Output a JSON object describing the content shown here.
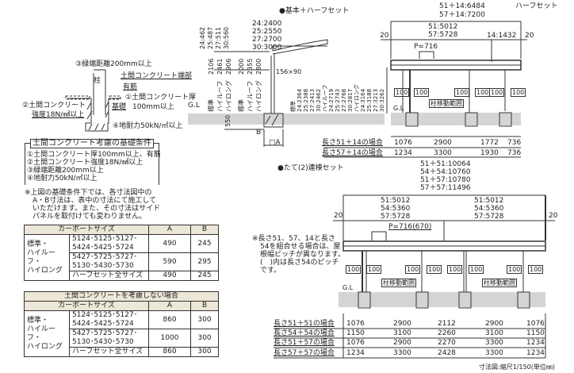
{
  "left_detail": {
    "edge_distance": "③緑端距離200mm以上",
    "pillar": "柱",
    "slab_edge": "土間コンクリート端部",
    "rebar": "有筋",
    "slab_thickness": "①土間コンクリート厚",
    "slab_thickness_value": "100mm以上",
    "slab_strength": "②土間コンクリート",
    "slab_strength_value": "強度18N/㎟以上",
    "foundation": "基礎",
    "bearing": "④地耐力50kN/㎡以上"
  },
  "conditions": {
    "title": "土間コンクリート考慮の基礎条件",
    "items": [
      "①土間コンクリート厚100mm以上、有筋",
      "②土間コンクリート強度18N/㎟以上",
      "③緑端距離200mm以上",
      "④地耐力50kN/㎡以上"
    ]
  },
  "note": [
    "※上図の基礎条件下では、各寸法図中の",
    "A・B寸法は、表中の寸法にて施工して",
    "いただけます。また、その寸法はサイド",
    "パネルを取付けても変わりません。"
  ],
  "table1": {
    "header": [
      "カーポートサイズ",
      "A",
      "B"
    ],
    "group": [
      "標準・",
      "ハイルーフ・",
      "ハイロング"
    ],
    "rows": [
      {
        "size": [
          "5124･5125･5127･",
          "5424･5425･5724"
        ],
        "a": "490",
        "b": "245"
      },
      {
        "size": [
          "5427･5725･5727･",
          "5130･5430･5730"
        ],
        "a": "590",
        "b": "295"
      },
      {
        "size": [
          "ハーフセット全サイズ"
        ],
        "a": "490",
        "b": "245"
      }
    ]
  },
  "table2": {
    "title": "土間コンクリートを考慮しない場合",
    "header": [
      "カーポートサイズ",
      "A",
      "B"
    ],
    "group": [
      "標準・",
      "ハイルーフ・",
      "ハイロング"
    ],
    "rows": [
      {
        "size": [
          "5124･5125･5127･",
          "5424･5425･5724"
        ],
        "a": "860",
        "b": "300"
      },
      {
        "size": [
          "5427･5725･5727･",
          "5130･5430･5730"
        ],
        "a": "1000",
        "b": "300"
      },
      {
        "size": [
          "ハーフセット全サイズ"
        ],
        "a": "860",
        "b": "300"
      }
    ]
  },
  "side_view": {
    "depth": [
      "24:2400",
      "25:2550",
      "27:2700",
      "30:3000"
    ],
    "eave_offsets": [
      "24:462",
      "25:487",
      "27:511",
      "30:560"
    ],
    "heights_outer": [
      "2106",
      "2461",
      "2906"
    ],
    "heights_inner": [
      "2000",
      "2355",
      "2800"
    ],
    "types": [
      "標準",
      "ハイルーフ",
      "ハイロング"
    ],
    "embed": "550",
    "post": "156×90",
    "gl": "G.L",
    "b": "B",
    "a": "A",
    "total_heights": [
      "標準",
      "24:2364",
      "25:2388",
      "27:2413",
      "30:2462",
      "ハイルーフ",
      "24:2719",
      "25:2743",
      "27:2768",
      "30:2817",
      "ハイロング",
      "24:3164",
      "25:3188",
      "27:3213",
      "30:3262"
    ]
  },
  "basic_half": {
    "title": "●基本＋ハーフセット",
    "totals": [
      "51＋14:6484",
      "57＋14:7200"
    ],
    "half_label": "ハーフセット",
    "main": [
      "51:5012",
      "57:5728"
    ],
    "half": "14:1432",
    "margin": "20",
    "pitch": "P=716",
    "offset": "100",
    "range": "柱移動範囲",
    "gl": "G.L",
    "rows": [
      {
        "label": "長さ51＋14の場合",
        "values": [
          "1076",
          "2900",
          "1772",
          "736"
        ]
      },
      {
        "label": "長さ57＋14の場合",
        "values": [
          "1234",
          "3300",
          "1930",
          "736"
        ]
      }
    ]
  },
  "tandem": {
    "title": "●たて(2)連棟セット",
    "totals": [
      "51＋51:10064",
      "54＋54:10760",
      "51＋57:10780",
      "57＋57:11496"
    ],
    "units": [
      "51:5012",
      "54:5360",
      "57:5728"
    ],
    "margin": "20",
    "pitch": "P=716(670)",
    "note": [
      "※長さ51、57、14と長さ",
      "54を組合せる場合は、屋",
      "根幅ピッチが異なります。",
      "(　)内は長さ54のピッチ",
      "です。"
    ],
    "offset": "100",
    "range": "柱移動範囲",
    "gl": "G.L",
    "rows": [
      {
        "label": "長さ51＋51の場合",
        "values": [
          "1076",
          "2900",
          "2112",
          "2900",
          "1076"
        ]
      },
      {
        "label": "長さ54＋54の場合",
        "values": [
          "1150",
          "3100",
          "2260",
          "3100",
          "1150"
        ]
      },
      {
        "label": "長さ51＋57の場合",
        "values": [
          "1076",
          "2900",
          "2270",
          "3300",
          "1234"
        ]
      },
      {
        "label": "長さ57＋57の場合",
        "values": [
          "1234",
          "3300",
          "2428",
          "3300",
          "1234"
        ]
      }
    ]
  },
  "footer": "寸法図:縮尺1/150(単位㎜)",
  "colors": {
    "ground": "#d4d4d4",
    "table_header": "#ece7d6",
    "line": "#333333"
  }
}
